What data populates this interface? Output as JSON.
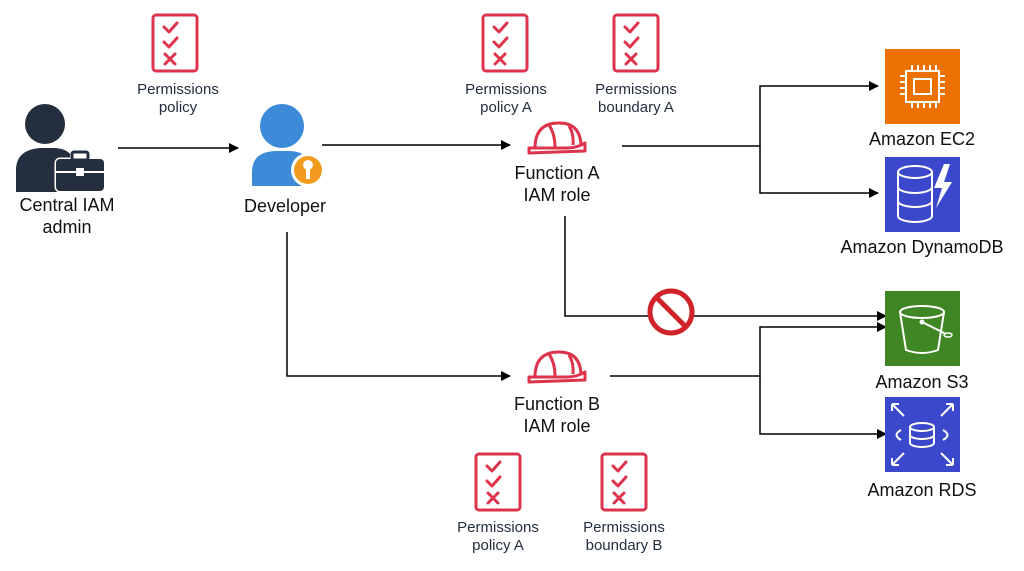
{
  "colors": {
    "policy_red": "#dd344c",
    "ec2_orange": "#ed7100",
    "db_blue": "#3b48cc",
    "s3_green": "#3f8624",
    "developer_blue": "#3c8ad8",
    "key_orange": "#f29b1f",
    "deny_red": "#d1232a",
    "admin_dark": "#232f3e",
    "line": "#000000"
  },
  "actors": {
    "admin": {
      "line1": "Central IAM",
      "line2": "admin",
      "icon": "admin-briefcase-icon"
    },
    "developer": {
      "label": "Developer",
      "icon": "developer-key-icon"
    }
  },
  "policies": {
    "admin_policy": {
      "line1": "Permissions",
      "line2": "policy"
    },
    "a_policy": {
      "line1": "Permissions",
      "line2": "policy A"
    },
    "a_boundary": {
      "line1": "Permissions",
      "line2": "boundary A"
    },
    "b_policy": {
      "line1": "Permissions",
      "line2": "policy A"
    },
    "b_boundary": {
      "line1": "Permissions",
      "line2": "boundary B"
    }
  },
  "roles": {
    "function_a": {
      "line1": "Function A",
      "line2": "IAM role",
      "icon": "helmet-icon"
    },
    "function_b": {
      "line1": "Function B",
      "line2": "IAM role",
      "icon": "helmet-icon"
    }
  },
  "services": {
    "ec2": {
      "label": "Amazon EC2",
      "icon": "ec2-chip-icon"
    },
    "dynamodb": {
      "label": "Amazon DynamoDB",
      "icon": "dynamodb-icon"
    },
    "s3": {
      "label": "Amazon S3",
      "icon": "s3-bucket-icon"
    },
    "rds": {
      "label": "Amazon RDS",
      "icon": "rds-icon"
    }
  },
  "deny": {
    "icon": "deny-icon"
  }
}
